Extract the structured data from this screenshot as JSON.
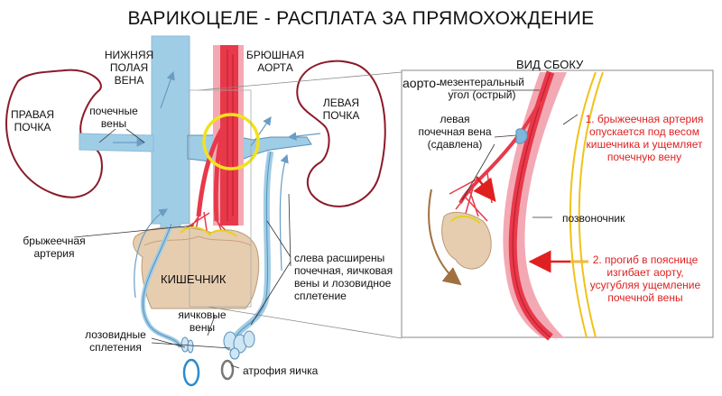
{
  "title": "ВАРИКОЦЕЛЕ - РАСПЛАТА ЗА ПРЯМОХОЖДЕНИЕ",
  "front": {
    "ivc": "НИЖНЯЯ\nПОЛАЯ\nВЕНА",
    "aorta": "БРЮШНАЯ\nАОРТА",
    "right_kidney": "ПРАВАЯ\nПОЧКА",
    "left_kidney": "ЛЕВАЯ\nПОЧКА",
    "renal_veins": "почечные\nвены",
    "mesenteric_artery": "брыжеечная\nартерия",
    "intestine": "КИШЕЧНИК",
    "testicular_veins": "яичковые\nвены",
    "pampiniform": "лозовидные\nсплетения",
    "left_dilated": "слева расширены\nпочечная, яичковая\nвены и лозовидное\nсплетение",
    "atrophy": "атрофия яичка"
  },
  "side": {
    "title": "ВИД СБОКУ",
    "aorto_a": "аорто-",
    "aorto_b": "мезентеральный\nугол (острый)",
    "left_renal": "левая\nпочечная вена\n(сдавлена)",
    "spine": "позвоночник",
    "note1": "1. брыжеечная артерия\nопускается под весом\nкишечника и ущемляет\nпочечную вену",
    "note2": "2. прогиб в пояснице\nизгибает аорту,\nусугубляя ущемление\nпочечной вены"
  },
  "colors": {
    "vein": "#9fcde6",
    "vein_stroke": "#5b8fb8",
    "artery": "#e8394a",
    "kidney": "#8b1a2a",
    "highlight": "#f2e21e",
    "intestine": "#e6cdb0",
    "spine": "#f0c21a",
    "note_text": "#e02020"
  }
}
